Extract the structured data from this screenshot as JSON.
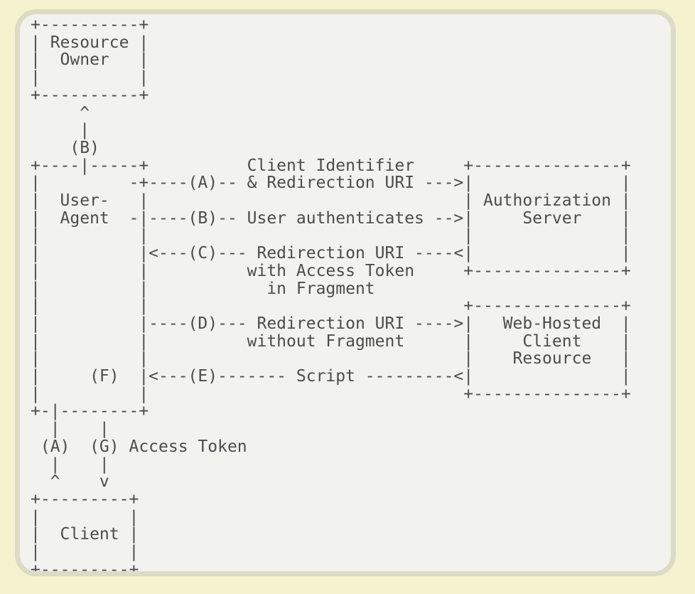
{
  "colors": {
    "page_background": "#f5f2cf",
    "panel_background": "#f2f2ef",
    "panel_border": "#dcdbc5",
    "diagram_text": "#4c4c4c"
  },
  "diagram": {
    "lines": [
      "+----------+",
      "| Resource |",
      "|  Owner   |",
      "|          |",
      "+----------+",
      "     ^",
      "     |",
      "    (B)",
      "+----|-----+          Client Identifier     +---------------+",
      "|         -+----(A)-- & Redirection URI --->|               |",
      "|  User-   |                                | Authorization |",
      "|  Agent  -|----(B)-- User authenticates -->|     Server    |",
      "|          |                                |               |",
      "|          |<---(C)--- Redirection URI ----<|               |",
      "|          |          with Access Token     +---------------+",
      "|          |            in Fragment",
      "|          |                                +---------------+",
      "|          |----(D)--- Redirection URI ---->|   Web-Hosted  |",
      "|          |          without Fragment      |     Client    |",
      "|          |                                |    Resource   |",
      "|     (F)  |<---(E)------- Script ---------<|               |",
      "|          |                                +---------------+",
      "+-|--------+",
      "  |    |",
      " (A)  (G) Access Token",
      "  |    |",
      "  ^    v",
      "+---------+",
      "|         |",
      "|  Client |",
      "|         |",
      "+---------+"
    ],
    "entities": [
      "Resource Owner",
      "User-Agent",
      "Authorization Server",
      "Web-Hosted Client Resource",
      "Client"
    ],
    "steps": [
      {
        "letter": "(A)",
        "label": "Client Identifier & Redirection URI"
      },
      {
        "letter": "(B)",
        "label": "User authenticates"
      },
      {
        "letter": "(C)",
        "label": "Redirection URI with Access Token in Fragment"
      },
      {
        "letter": "(D)",
        "label": "Redirection URI without Fragment"
      },
      {
        "letter": "(E)",
        "label": "Script"
      },
      {
        "letter": "(F)",
        "label": ""
      },
      {
        "letter": "(G)",
        "label": "Access Token"
      }
    ]
  }
}
